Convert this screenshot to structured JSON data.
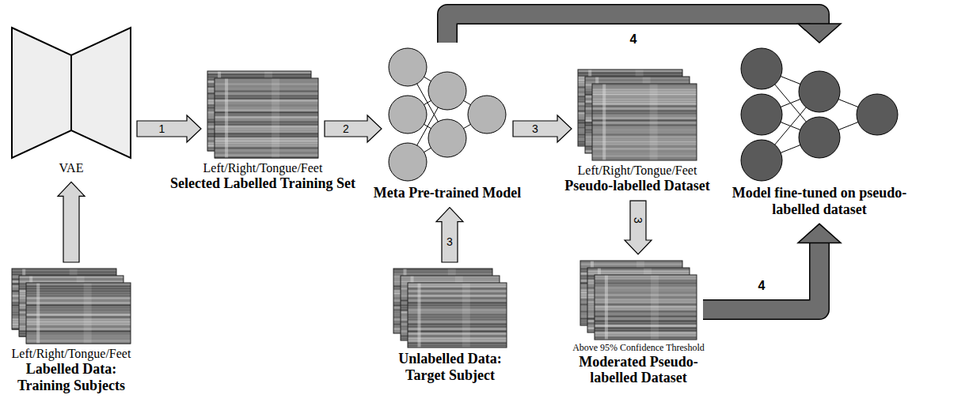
{
  "diagram": {
    "nodes": [
      {
        "text": [
          "VAE"
        ]
      },
      {
        "text": [
          "Left/Right/Tongue/Feet",
          "Labelled Data: Training Subjects"
        ]
      },
      {
        "text": [
          "Left/Right/Tongue/Feet",
          "Selected Labelled Training Set"
        ]
      },
      {
        "text": [
          "Meta Pre-trained Model"
        ]
      },
      {
        "text": [
          "Left/Right/Tongue/Feet",
          "Pseudo-labelled Dataset"
        ]
      },
      {
        "text": [
          "Unlabelled Data: Target Subject"
        ]
      },
      {
        "text": [
          "Above 95% Confidence Threshold",
          "Moderated Pseudo-labelled Dataset"
        ]
      },
      {
        "text": [
          "Model fine-tuned on pseudo-labelled dataset"
        ]
      }
    ],
    "edges": [
      {
        "from": 1,
        "to": 0,
        "arrow": "to"
      },
      {
        "from": 0,
        "to": 2,
        "label": "1",
        "arrow": "to"
      },
      {
        "from": 2,
        "to": 3,
        "label": "2",
        "arrow": "to"
      },
      {
        "from": 3,
        "to": 4,
        "label": "3",
        "arrow": "to"
      },
      {
        "from": 5,
        "to": 3,
        "label": "3",
        "arrow": "to"
      },
      {
        "from": 4,
        "to": 6,
        "label": "3",
        "arrow": "to"
      },
      {
        "from": 3,
        "to": 7,
        "label": "4",
        "arrow": "to"
      },
      {
        "from": 6,
        "to": 7,
        "label": "4",
        "arrow": "to"
      }
    ]
  }
}
